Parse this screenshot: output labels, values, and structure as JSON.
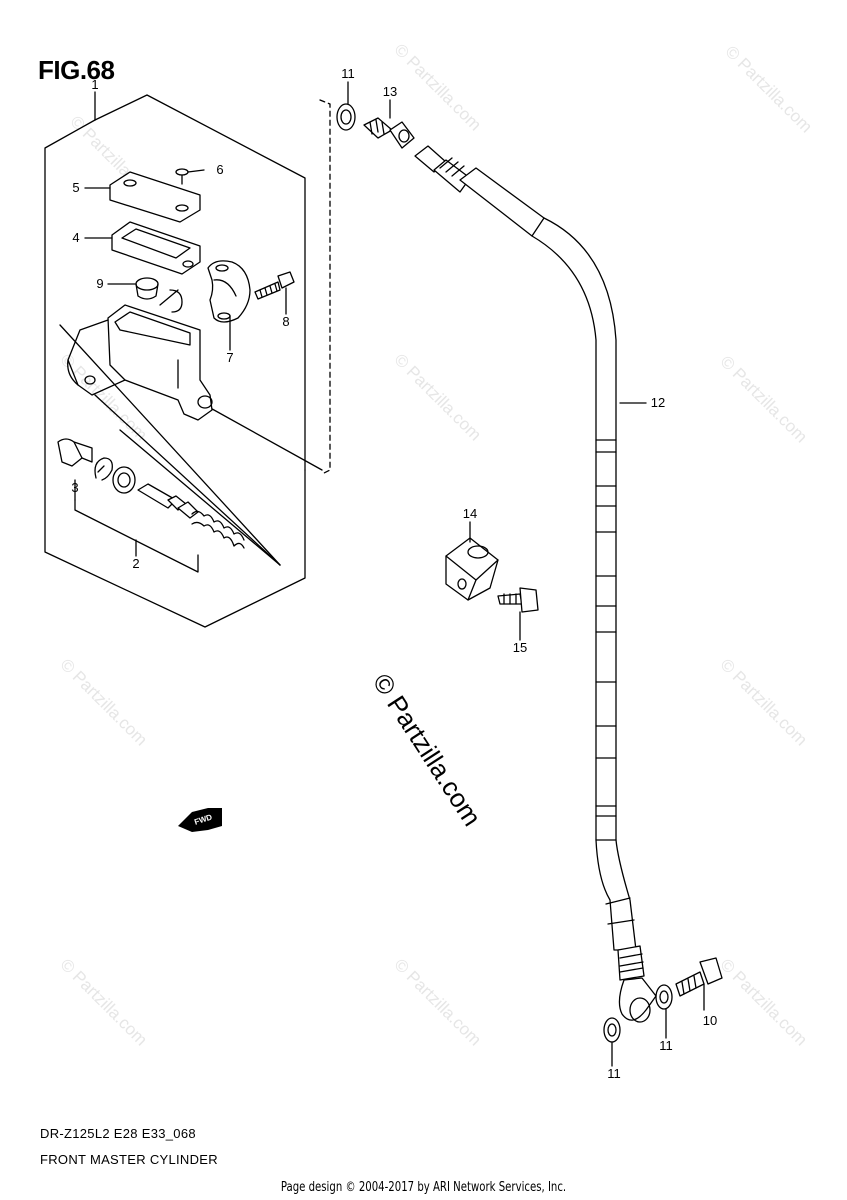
{
  "figure": {
    "title": "FIG.68"
  },
  "footer": {
    "model_code": "DR-Z125L2 E28 E33_068",
    "assembly_name": "FRONT MASTER CYLINDER",
    "credit": "Page design © 2004-2017 by ARI Network Services, Inc."
  },
  "watermark": {
    "text": "© Partzilla.com",
    "center_text": "© Partzilla.com"
  },
  "callouts": [
    "1",
    "2",
    "3",
    "4",
    "5",
    "6",
    "7",
    "8",
    "9",
    "10",
    "11",
    "11",
    "11",
    "12",
    "13",
    "14",
    "15"
  ],
  "direction_marker": {
    "text": "FWD",
    "icon": "fwd-arrow-icon"
  }
}
